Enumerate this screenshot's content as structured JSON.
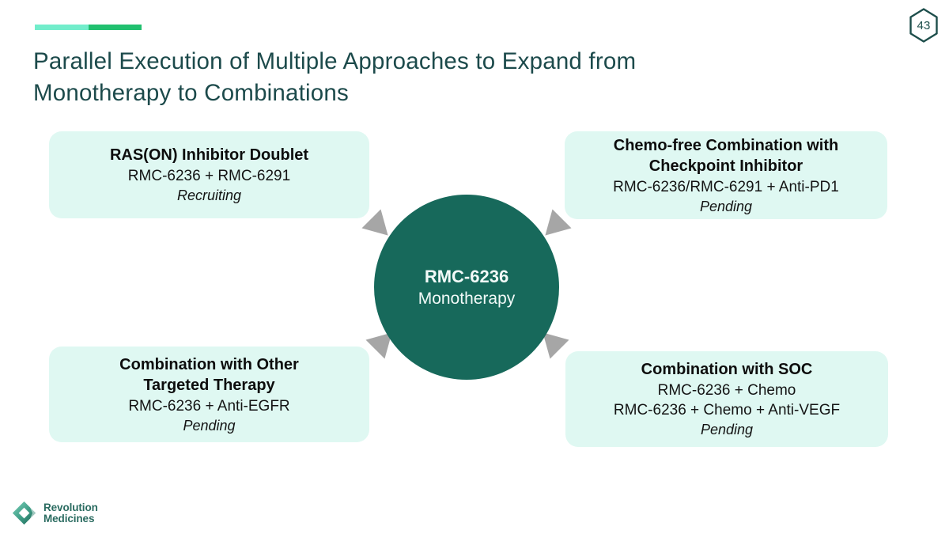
{
  "badge": {
    "number": "43",
    "shape": "hexagon-outline"
  },
  "title": {
    "line1": "Parallel Execution of Multiple Approaches to Expand from",
    "line2": "Monotherapy to Combinations"
  },
  "center": {
    "drug": "RMC-6236",
    "label": "Monotherapy"
  },
  "boxes": [
    {
      "position": "top-left",
      "title1": "RAS(ON) Inhibitor Doublet",
      "title2": "",
      "sub1": "RMC-6236 + RMC-6291",
      "sub2": "",
      "status": "Recruiting"
    },
    {
      "position": "top-right",
      "title1": "Chemo-free Combination with",
      "title2": "Checkpoint Inhibitor",
      "sub1": "RMC-6236/RMC-6291 + Anti-PD1",
      "sub2": "",
      "status": "Pending"
    },
    {
      "position": "bottom-left",
      "title1": "Combination with Other",
      "title2": "Targeted Therapy",
      "sub1": "RMC-6236 + Anti-EGFR",
      "sub2": "",
      "status": "Pending"
    },
    {
      "position": "bottom-right",
      "title1": "Combination with SOC",
      "title2": "",
      "sub1": "RMC-6236 + Chemo",
      "sub2": "RMC-6236 + Chemo + Anti-VEGF",
      "status": "Pending"
    }
  ],
  "logo": {
    "icon": "revolution-medicines-diamond-icon",
    "line1": "Revolution",
    "line2": "Medicines"
  },
  "colors": {
    "accent_left": "#72EDCB",
    "accent_right": "#21C06F",
    "title_text": "#1C4A4B",
    "box_background": "#DFF8F2",
    "circle_fill": "#17695B",
    "arrow_gray": "#A6A6A6",
    "badge_outline": "#1D4E4B",
    "logo_teal": "#2A6B60"
  }
}
